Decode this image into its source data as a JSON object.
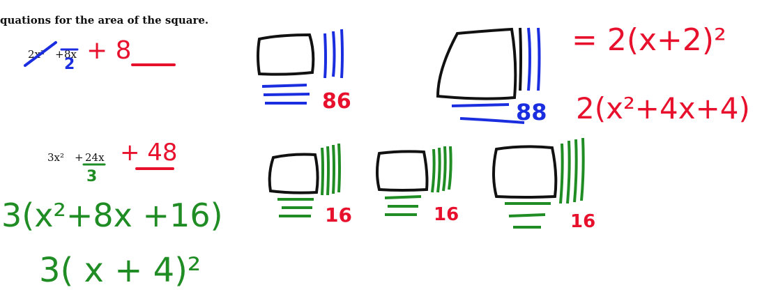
{
  "page": {
    "heading": "quations for the area of the square.",
    "colors": {
      "ink_red": "#e8112d",
      "ink_blue": "#1a2ee0",
      "ink_green": "#1f8c24",
      "ink_black": "#111111"
    }
  },
  "problem1": {
    "printed_expression": {
      "term1": "2x²",
      "plus": "+",
      "term2": "8x"
    },
    "handwritten_divisor": "2",
    "handwritten_blank": "+ 8",
    "tiles": [
      {
        "tally_count": "86"
      },
      {
        "tally_count": "88"
      }
    ],
    "factored_red": "= 2(x+2)²",
    "expanded_blue": "2(x²+4x+4)"
  },
  "problem2": {
    "printed_expression": {
      "term1": "3x²",
      "plus": "+",
      "term2": "24x"
    },
    "handwritten_divisor": "3",
    "handwritten_blank": "+ 48",
    "tiles": [
      {
        "tally_count": "16"
      },
      {
        "tally_count": "16"
      },
      {
        "tally_count": "16"
      }
    ],
    "expanded_green": "3(x²+8x +16)",
    "factored_green": "3( x + 4)²"
  }
}
